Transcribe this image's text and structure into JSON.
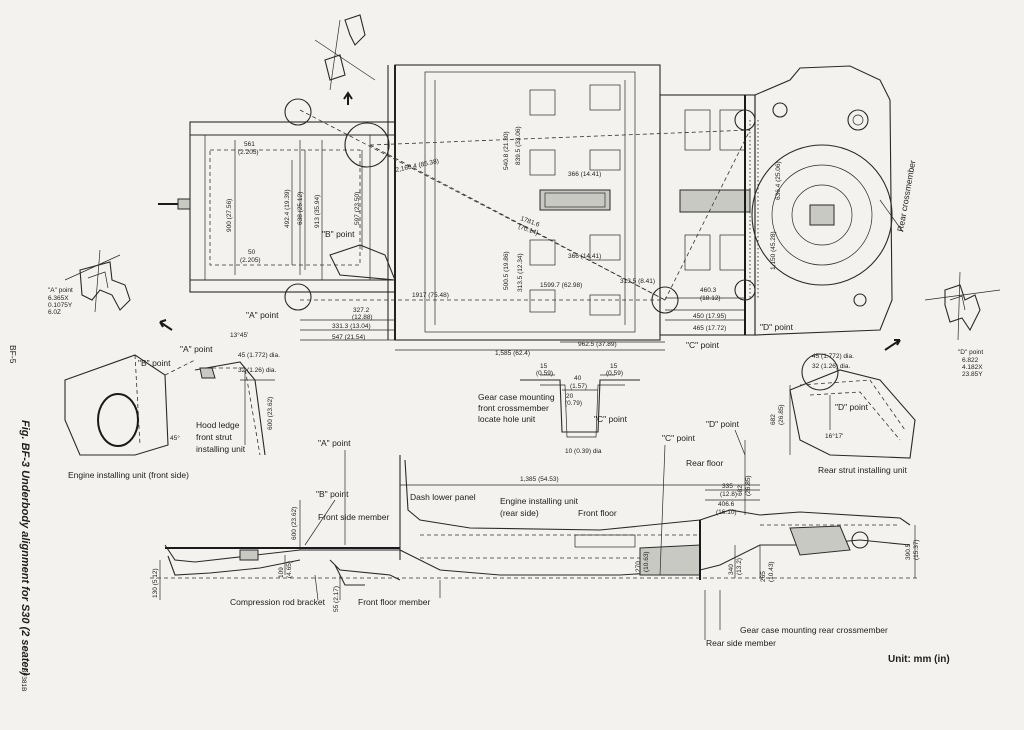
{
  "caption": "Fig. BF-3 Underbody alignment for S30 (2 seater)",
  "page_id": "BF-5",
  "figure_code": "BF381B",
  "unit_label": "Unit:  mm (in)",
  "labels": {
    "b_point_top": "\"B\" point",
    "a_point_top": "\"A\" point",
    "c_point_top": "\"C\" point",
    "d_point_top": "\"D\" point",
    "rear_crossmember": "Rear crossmember",
    "a_point_detail": "\"A\" point",
    "a_point_detail_values": [
      "6.365X",
      "0.1075Y",
      "6.0Z"
    ],
    "d_point_detail": "\"D\" point",
    "d_point_detail_values": [
      "6.822",
      "4.182X",
      "23.85Y"
    ],
    "engine_installing_front": "Engine installing unit (front side)",
    "hood_ledge": "Hood ledge",
    "front_strut": "front strut",
    "installing_unit": "installing unit",
    "gear_case_front_1": "Gear case mounting",
    "gear_case_front_2": "front crossmember",
    "gear_case_front_3": "locate hole unit",
    "rear_strut": "Rear strut installing unit",
    "a_point_side": "\"A\" point",
    "b_point_side": "\"B\" point",
    "c_point_side": "\"C\" point",
    "d_point_side": "\"D\" point",
    "front_side_member": "Front side member",
    "dash_lower_panel": "Dash lower panel",
    "engine_installing_rear_1": "Engine installing unit",
    "engine_installing_rear_2": "(rear side)",
    "front_floor": "Front floor",
    "rear_floor": "Rear floor",
    "compression_rod": "Compression rod bracket",
    "front_floor_member": "Front floor member",
    "gear_case_rear": "Gear case mounting rear crossmember",
    "rear_side_member": "Rear side member"
  },
  "dimensions": {
    "top_view": [
      "561",
      "(2.205)",
      "50",
      "(2.205)",
      "900 (27.56)",
      "492.4 (19.39)",
      "638 (25.12)",
      "913 (35.94)",
      "597 (23.50)",
      "2,168.4 (85.38)",
      "1917 (75.48)",
      "327.2",
      "(12.88)",
      "331.3 (13.04)",
      "547 (21.54)",
      "1,585 (62.4)",
      "962.5 (37.89)",
      "450 (17.95)",
      "465 (17.72)",
      "460.3",
      "(18.12)",
      "313.5 (8.41)",
      "1599.7 (62.98)",
      "366 (14.41)",
      "366 (14.41)",
      "1781.6",
      "(70.14)",
      "500.5 (19.86)",
      "313.5 (12.34)",
      "839.5 (33.06)",
      "540.8 (21.30)",
      "1,150 (45.28)",
      "636.4 (25.06)"
    ],
    "a_detail": [
      "13°45'",
      "45 (1.772) dia.",
      "32 (1.26) dia.",
      "600 (23.62)",
      "45°"
    ],
    "c_detail": [
      "15",
      "(0.59)",
      "40",
      "(1.57)",
      "15",
      "(0.59)",
      "20",
      "(0.79)",
      "10 (0.39) dia"
    ],
    "d_detail": [
      "45 (1.772) dia.",
      "32 (1.26) dia.",
      "682",
      "(26.85)",
      "16°17'"
    ],
    "side_view": [
      "1,385 (54.53)",
      "600 (23.62)",
      "109",
      "(4.65)",
      "130 (5.12)",
      "55 (2.17)",
      "335",
      "(12.8)",
      "406.6",
      "(16.10)",
      "682",
      "(26.85)",
      "340",
      "(13.2)",
      "265",
      "(10.43)",
      "390.5",
      "(15.37)",
      "270",
      "(10.63)"
    ]
  }
}
